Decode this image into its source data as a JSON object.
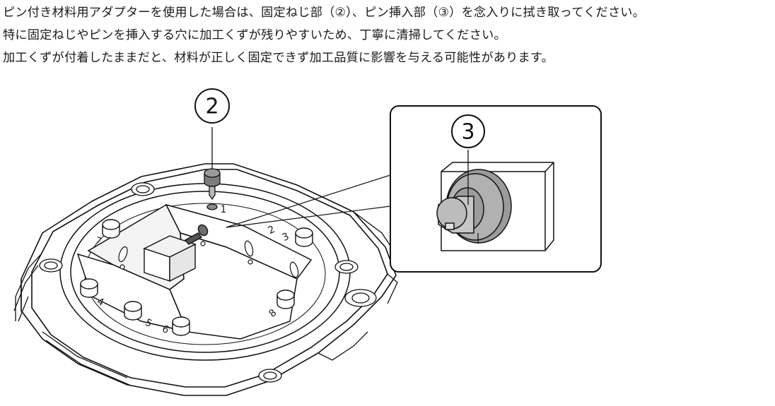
{
  "instructions": {
    "line1": "ピン付き材料用アダプターを使用した場合は、固定ねじ部（②）、ピン挿入部（③）を念入りに拭き取ってください。",
    "line2": "特に固定ねじやピンを挿入する穴に加工くずが残りやすいため、丁寧に清掃してください。",
    "line3": "加工くずが付着したままだと、材料が正しく固定できず加工品質に影響を与える可能性があります。"
  },
  "figure": {
    "callout_screw": "2",
    "callout_pin_hole": "3",
    "slot_labels": [
      "1",
      "2",
      "3",
      "4",
      "5",
      "6",
      "7",
      "8"
    ]
  }
}
